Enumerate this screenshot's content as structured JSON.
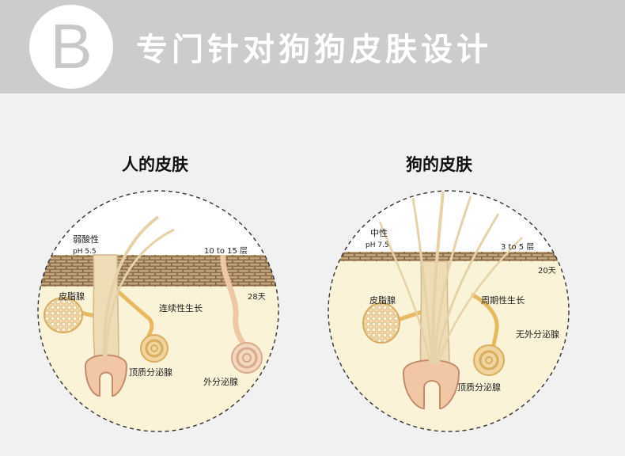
{
  "header": {
    "badge_letter": "B",
    "title": "专门针对狗狗皮肤设计"
  },
  "panels": {
    "human": {
      "title": "人的皮肤",
      "acidity": "弱酸性",
      "ph": "pH 5.5",
      "layers": "10 to 15 层",
      "days": "28天",
      "sebaceous": "皮脂腺",
      "growth": "连续性生长",
      "apocrine": "顶质分泌腺",
      "eccrine": "外分泌腺"
    },
    "dog": {
      "title": "狗的皮肤",
      "acidity": "中性",
      "ph": "pH 7.5",
      "layers": "3 to 5 层",
      "days": "20天",
      "sebaceous": "皮脂腺",
      "growth": "周期性生长",
      "eccrine": "无外分泌腺",
      "apocrine": "顶质分泌腺"
    }
  },
  "colors": {
    "banner": "#cccccc",
    "background": "#f1f1f1",
    "skin": "#fbf3d8",
    "dermis_band": "#a98a62",
    "gland": "#e9c98a",
    "hair": "#e6d2a8"
  }
}
